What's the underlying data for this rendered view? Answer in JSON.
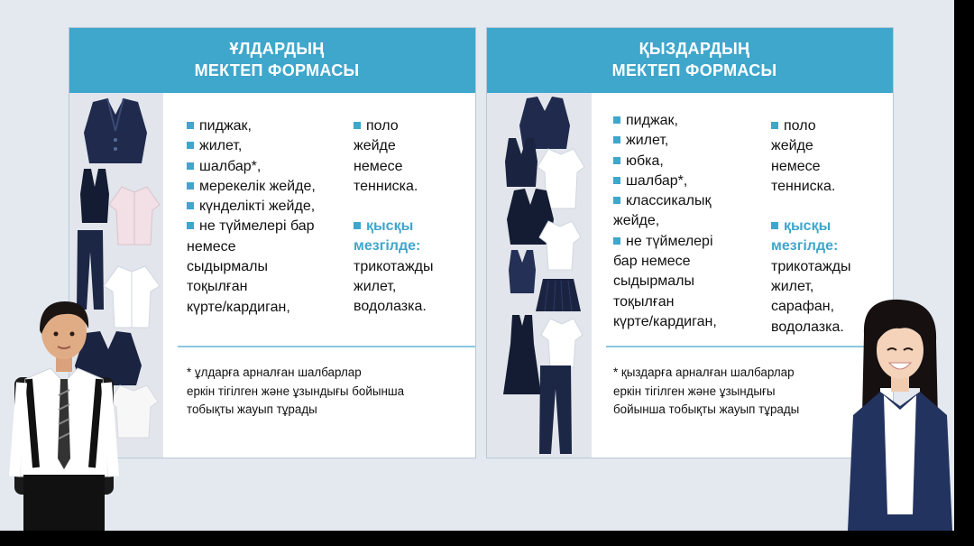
{
  "boys": {
    "title_line1": "ҰЛДАРДЫҢ",
    "title_line2": "МЕКТЕП ФОРМАСЫ",
    "col1": [
      "пиджак,",
      "жилет,",
      "шалбар*,",
      "мерекелік жейде,",
      "күнделікті жейде,",
      "не түймелері бар",
      "немесе",
      "сыдырмалы",
      "тоқылған",
      "күрте/кардиган,"
    ],
    "col2": [
      "поло",
      "жейде",
      "немесе",
      "тенниска."
    ],
    "col2_accent1": "қысқы",
    "col2_accent2": "мезгілде:",
    "col2_after": [
      "трикотажды",
      "жилет,",
      "водолазка."
    ],
    "footnote": [
      "* ұлдарға арналған шалбарлар",
      "еркін тігілген және ұзындығы бойынша",
      "тобықты жауып тұрады"
    ]
  },
  "girls": {
    "title_line1": "ҚЫЗДАРДЫҢ",
    "title_line2": "МЕКТЕП ФОРМАСЫ",
    "col1": [
      "пиджак,",
      "жилет,",
      "юбка,",
      "шалбар*,",
      "классикалық",
      "жейде,",
      "не түймелері",
      "бар немесе",
      "сыдырмалы",
      "тоқылған",
      "күрте/кардиган,"
    ],
    "col2": [
      "поло",
      "жейде",
      "немесе",
      "тенниска."
    ],
    "col2_accent1": "қысқы",
    "col2_accent2": "мезгілде:",
    "col2_after": [
      "трикотажды",
      "жилет,",
      "сарафан,",
      "водолазка."
    ],
    "footnote": [
      "* қыздарға арналған шалбарлар",
      "еркін тігілген және ұзындығы",
      "бойынша тобықты жауып тұрады"
    ]
  },
  "colors": {
    "accent": "#3fa6cc",
    "navy": "#1f2a4d",
    "background": "#e4e8ef"
  },
  "icons": [
    "blazer-illustration",
    "vest-illustration",
    "shirt-illustration",
    "trousers-illustration",
    "skirt-illustration",
    "dress-illustration",
    "boy-figure",
    "girl-figure"
  ]
}
